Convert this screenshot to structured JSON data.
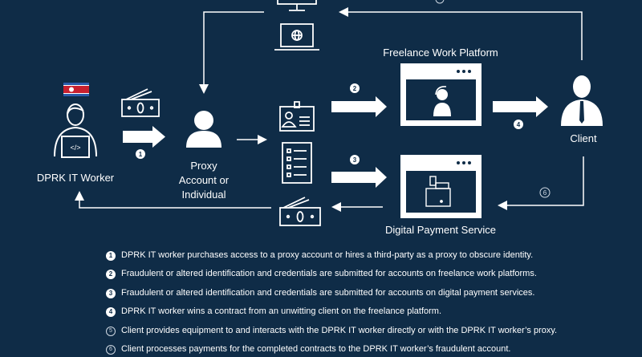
{
  "colors": {
    "background": "#0f2c47",
    "foreground": "#ffffff",
    "flag_red": "#c8202f",
    "flag_blue": "#2a5caa"
  },
  "nodes": {
    "worker": "DPRK IT Worker",
    "proxy": [
      "Proxy",
      "Account or",
      "Individual"
    ],
    "platform": "Freelance Work Platform",
    "client": "Client",
    "payment": "Digital Payment Service"
  },
  "steps": [
    {
      "num": "1",
      "text": "DPRK IT worker purchases access to a proxy account or hires a third-party as a proxy to obscure identity."
    },
    {
      "num": "2",
      "text": "Fraudulent or altered identification and credentials are submitted for accounts on freelance work platforms."
    },
    {
      "num": "3",
      "text": "Fraudulent or altered identification and credentials are submitted for accounts on digital payment services."
    },
    {
      "num": "4",
      "text": "DPRK IT worker wins a contract from an unwitting client on the freelance platform."
    },
    {
      "num": "5",
      "text": "Client provides equipment to and interacts with the DPRK IT worker directly or with the DPRK IT worker’s proxy."
    },
    {
      "num": "6",
      "text": "Client processes payments for the completed contracts to the DPRK IT worker’s fraudulent account."
    }
  ]
}
